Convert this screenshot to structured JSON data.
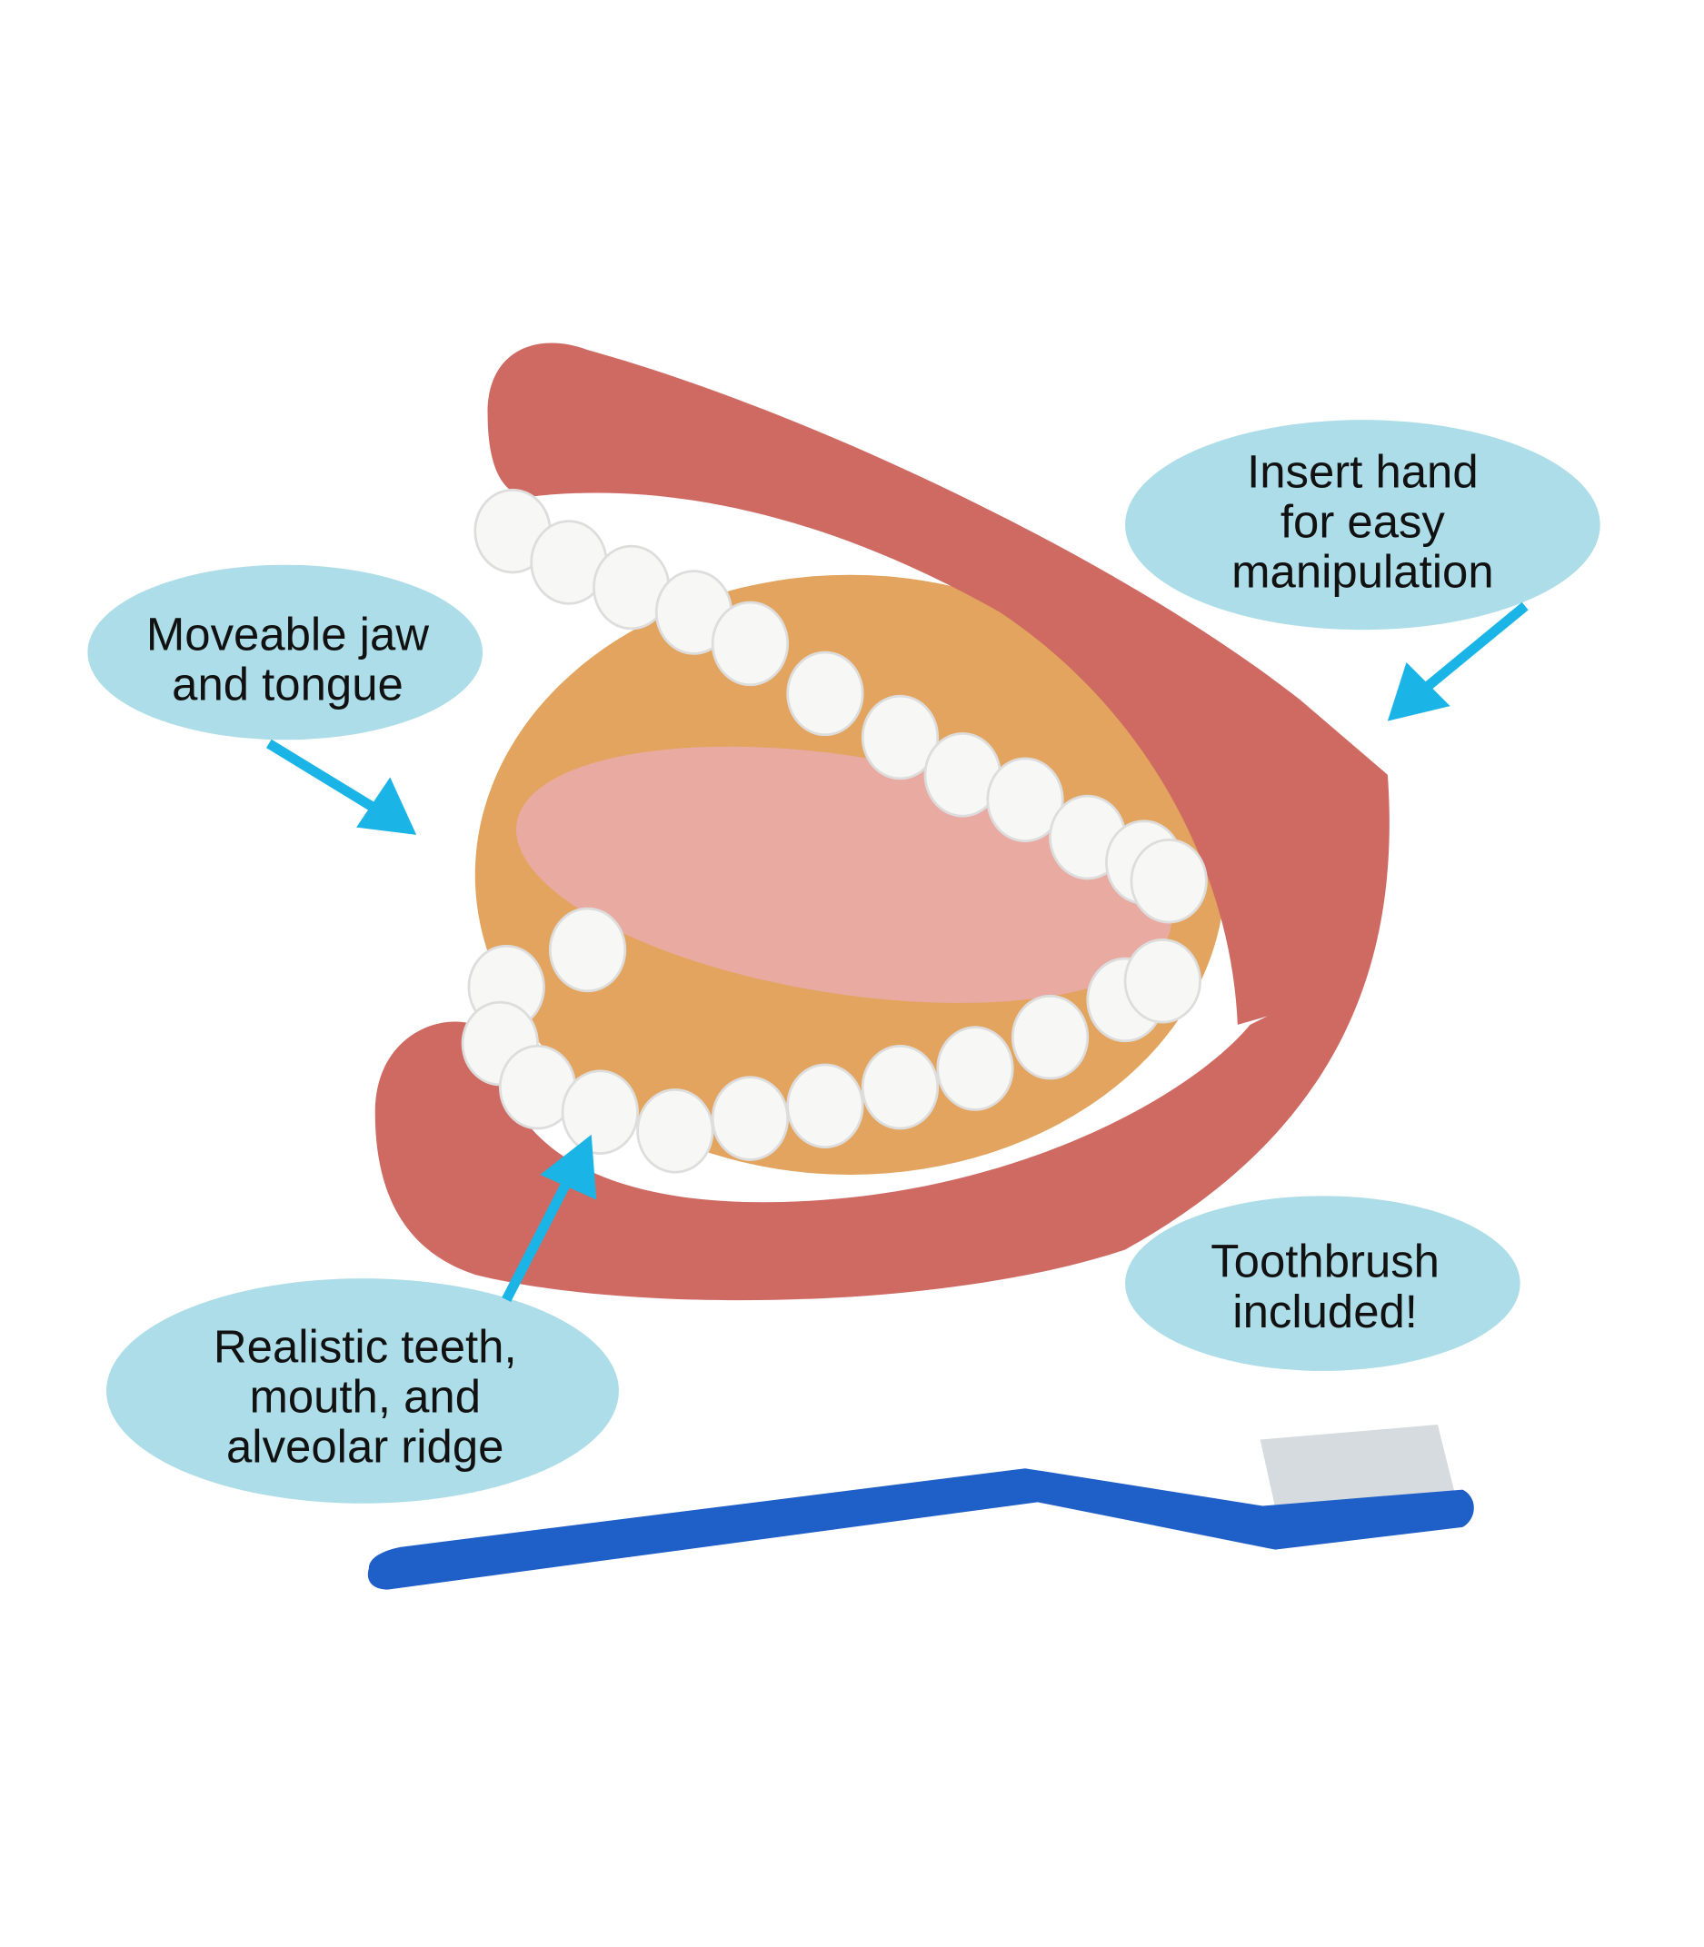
{
  "colors": {
    "bubble": "#acdde8",
    "arrow": "#1ab4e6",
    "lip": "#cf6a62",
    "gum": "#e2a45e",
    "tongue": "#e9aaa2",
    "tooth": "#f7f7f5",
    "toothbrush": "#1f5fc8"
  },
  "callouts": {
    "hand": {
      "lines": [
        "Insert hand",
        "for easy",
        "manipulation"
      ]
    },
    "jaw": {
      "lines": [
        "Moveable jaw",
        "and tongue"
      ]
    },
    "teeth": {
      "lines": [
        "Realistic teeth,",
        "mouth, and",
        "alveolar ridge"
      ]
    },
    "toothbrush": {
      "lines": [
        "Toothbrush",
        "included!"
      ]
    }
  }
}
